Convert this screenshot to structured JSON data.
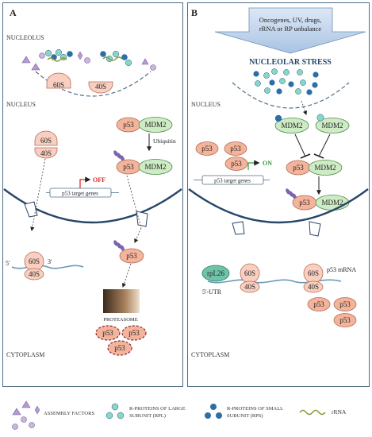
{
  "panelA": {
    "letter": "A",
    "nucleolus": "NUCLEOLUS",
    "nucleus": "NUCLEUS",
    "cytoplasm": "CYTOPLASM",
    "ribo60": "60S",
    "ribo40": "40S",
    "p53": "p53",
    "mdm2": "MDM2",
    "ubiquitin": "Ubiquitin",
    "off": "OFF",
    "target_genes": "p53 target genes",
    "five_prime": "5'",
    "three_prime": "3'",
    "proteasome": "PROTEASOME"
  },
  "panelB": {
    "letter": "B",
    "stress_box": [
      "Oncogenes, UV, drugs,",
      "rRNA or RP unbalance"
    ],
    "nucleolar_stress": "NUCLEOLAR STRESS",
    "nucleus": "NUCLEUS",
    "cytoplasm": "CYTOPLASM",
    "on": "ON",
    "target_genes": "p53 target genes",
    "p53": "p53",
    "mdm2": "MDM2",
    "rpl26": "rpL26",
    "utr": "5'-UTR",
    "ribo60": "60S",
    "ribo40": "40S",
    "p53_mrna": "p53 mRNA"
  },
  "legend": {
    "assembly": "ASSEMBLY FACTORS",
    "rpl": [
      "R-PROTEINS OF LARGE",
      "SUBUNIT (RPL)"
    ],
    "rps": [
      "R-PROTEINS OF SMALL",
      "SUBUNIT (RPS)"
    ],
    "rrna": "rRNA"
  },
  "colors": {
    "border": "#4d6f88",
    "p53_fill": "#f4b49c",
    "mdm2_fill": "#cdebc4",
    "ribosome_fill": "#f8cfc0",
    "off": "#e0201b",
    "on": "#2f9a3c",
    "stress_text": "#24476b",
    "membrane": "#27466a"
  }
}
